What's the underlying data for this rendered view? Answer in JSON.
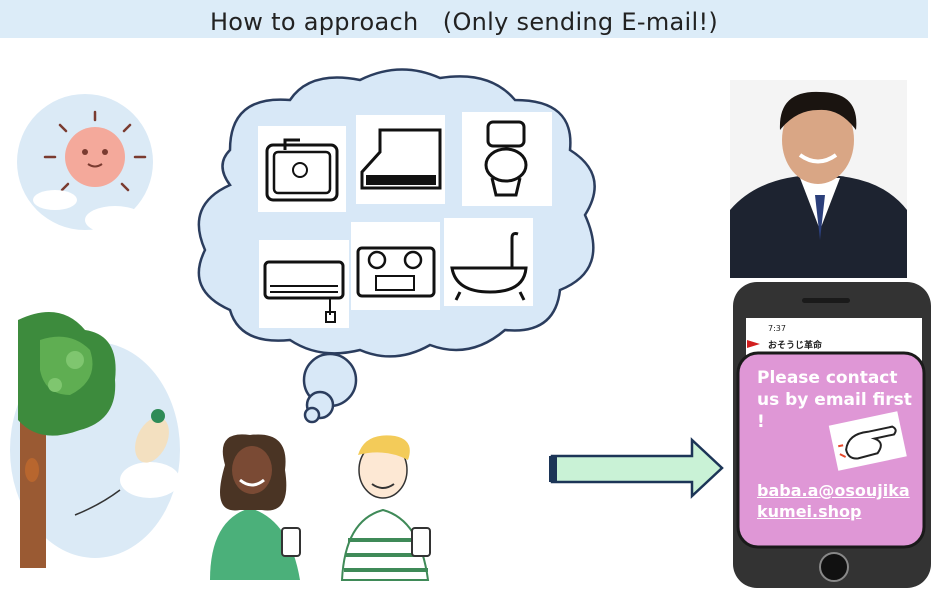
{
  "banner": {
    "title": "How to approach　(Only sending E-mail!)"
  },
  "phone": {
    "status_time": "7:37",
    "brand_name": "おそうじ革命",
    "message": "Please contact us by email first !",
    "email": "baba.a@osoujikakumei.shop"
  },
  "colors": {
    "banner_bg": "#dcecf8",
    "cloud_fill": "#d8e8f7",
    "cloud_stroke": "#2b3d5e",
    "arrow_fill": "#c9f2d6",
    "arrow_stroke": "#1c3557",
    "popup_fill": "#df97d6",
    "phone_body": "#333333"
  }
}
